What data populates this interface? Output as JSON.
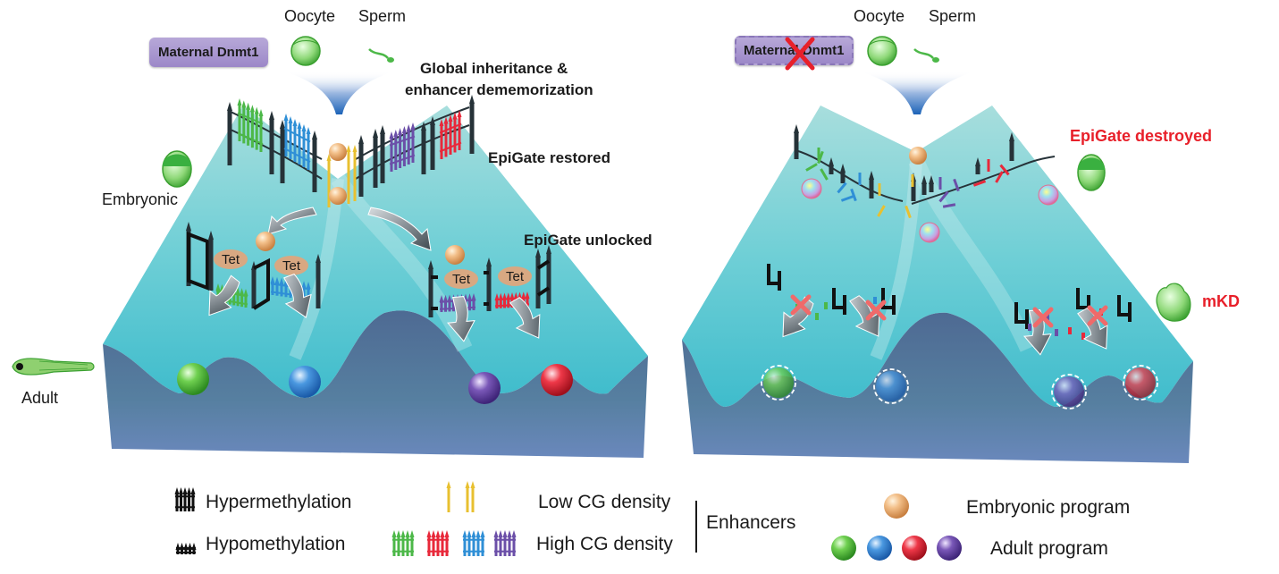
{
  "left_panel": {
    "title": "Wild-type",
    "maternal_label": "Maternal Dnmt1",
    "oocyte_label": "Oocyte",
    "sperm_label": "Sperm",
    "global_label_line1": "Global inheritance &",
    "global_label_line2": "enhancer dememorization",
    "epigate_restored": "EpiGate restored",
    "embryonic_label": "Embryonic",
    "epigate_unlocked": "EpiGate unlocked",
    "tet_label": "Tet",
    "adult_label": "Adult"
  },
  "right_panel": {
    "maternal_label": "Maternal Dnmt1",
    "maternal_knockout": true,
    "oocyte_label": "Oocyte",
    "sperm_label": "Sperm",
    "epigate_destroyed": "EpiGate destroyed",
    "mkd_label": "mKD"
  },
  "legend": {
    "hyper": "Hypermethylation",
    "hypo": "Hypomethylation",
    "low_cg": "Low CG density",
    "high_cg": "High CG density",
    "enhancers": "Enhancers",
    "embryonic_program": "Embryonic program",
    "adult_program": "Adult program"
  },
  "colors": {
    "green": "#4cb848",
    "blue": "#2f8fd6",
    "red": "#e8283a",
    "purple": "#6b4fa8",
    "yellow": "#e8c030",
    "orange_ball": "#f0b070",
    "landscape_top": "#5ec8d4",
    "landscape_side": "#4f6e96",
    "alert_red": "#e8202a"
  },
  "adult_cells": [
    "green",
    "blue",
    "purple",
    "red"
  ]
}
